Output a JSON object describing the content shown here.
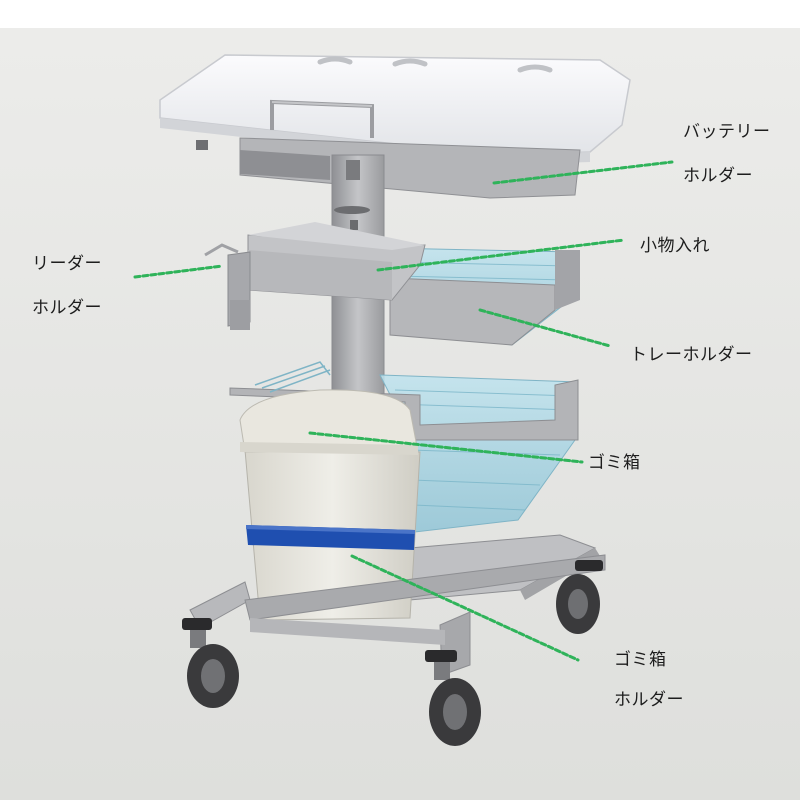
{
  "labels": {
    "battery_holder_line1": "バッテリー",
    "battery_holder_line2": "ホルダー",
    "reader_holder_line1": "リーダー",
    "reader_holder_line2": "ホルダー",
    "small_items": "小物入れ",
    "tray_holder": "トレーホルダー",
    "trash_bin": "ゴミ箱",
    "trash_bin_holder_line1": "ゴミ箱",
    "trash_bin_holder_line2": "ホルダー"
  },
  "colors": {
    "background": "#e4e4e2",
    "leader_line": "#2fb35a",
    "top_board": "#f3f4f6",
    "frame_metal": "#a9aaad",
    "trash_bin_body": "#e6e4dc",
    "trash_bin_band": "#1f4fb0",
    "basket_tint": "#9fd0df"
  }
}
